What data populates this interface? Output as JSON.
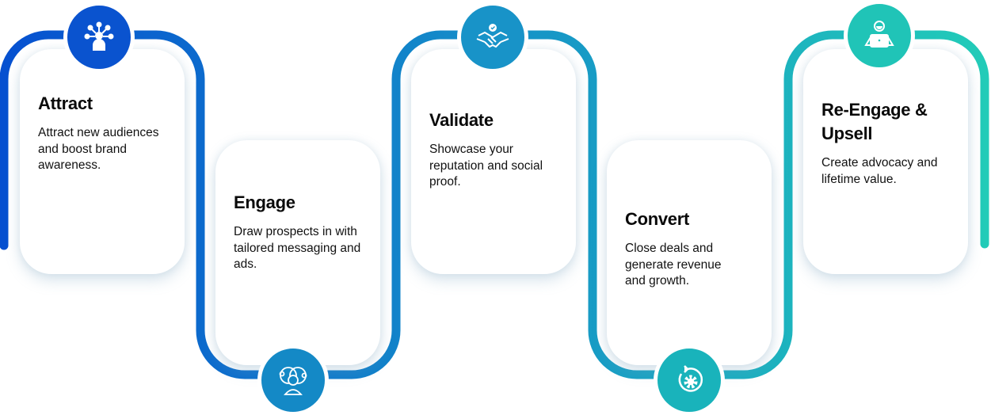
{
  "colors": {
    "start": "#0650d0",
    "mid": "#1590c8",
    "end": "#22ccb8"
  },
  "steps": [
    {
      "title": "Attract",
      "body": "Attract new audiences and boost brand awareness.",
      "icon": "network-person-icon",
      "color": "#0a53cf"
    },
    {
      "title": "Engage",
      "body": "Draw prospects in with tailored messaging and ads.",
      "icon": "person-ideas-icon",
      "color": "#1489c6"
    },
    {
      "title": "Validate",
      "body": "Showcase your reputation and social proof.",
      "icon": "handshake-icon",
      "color": "#1893c8"
    },
    {
      "title": "Convert",
      "body": "Close deals and generate revenue and growth.",
      "icon": "gear-cycle-icon",
      "color": "#19b3bb"
    },
    {
      "title": "Re-Engage & Upsell",
      "body": "Create advocacy and lifetime value.",
      "icon": "person-laptop-icon",
      "color": "#20c4b7"
    }
  ]
}
